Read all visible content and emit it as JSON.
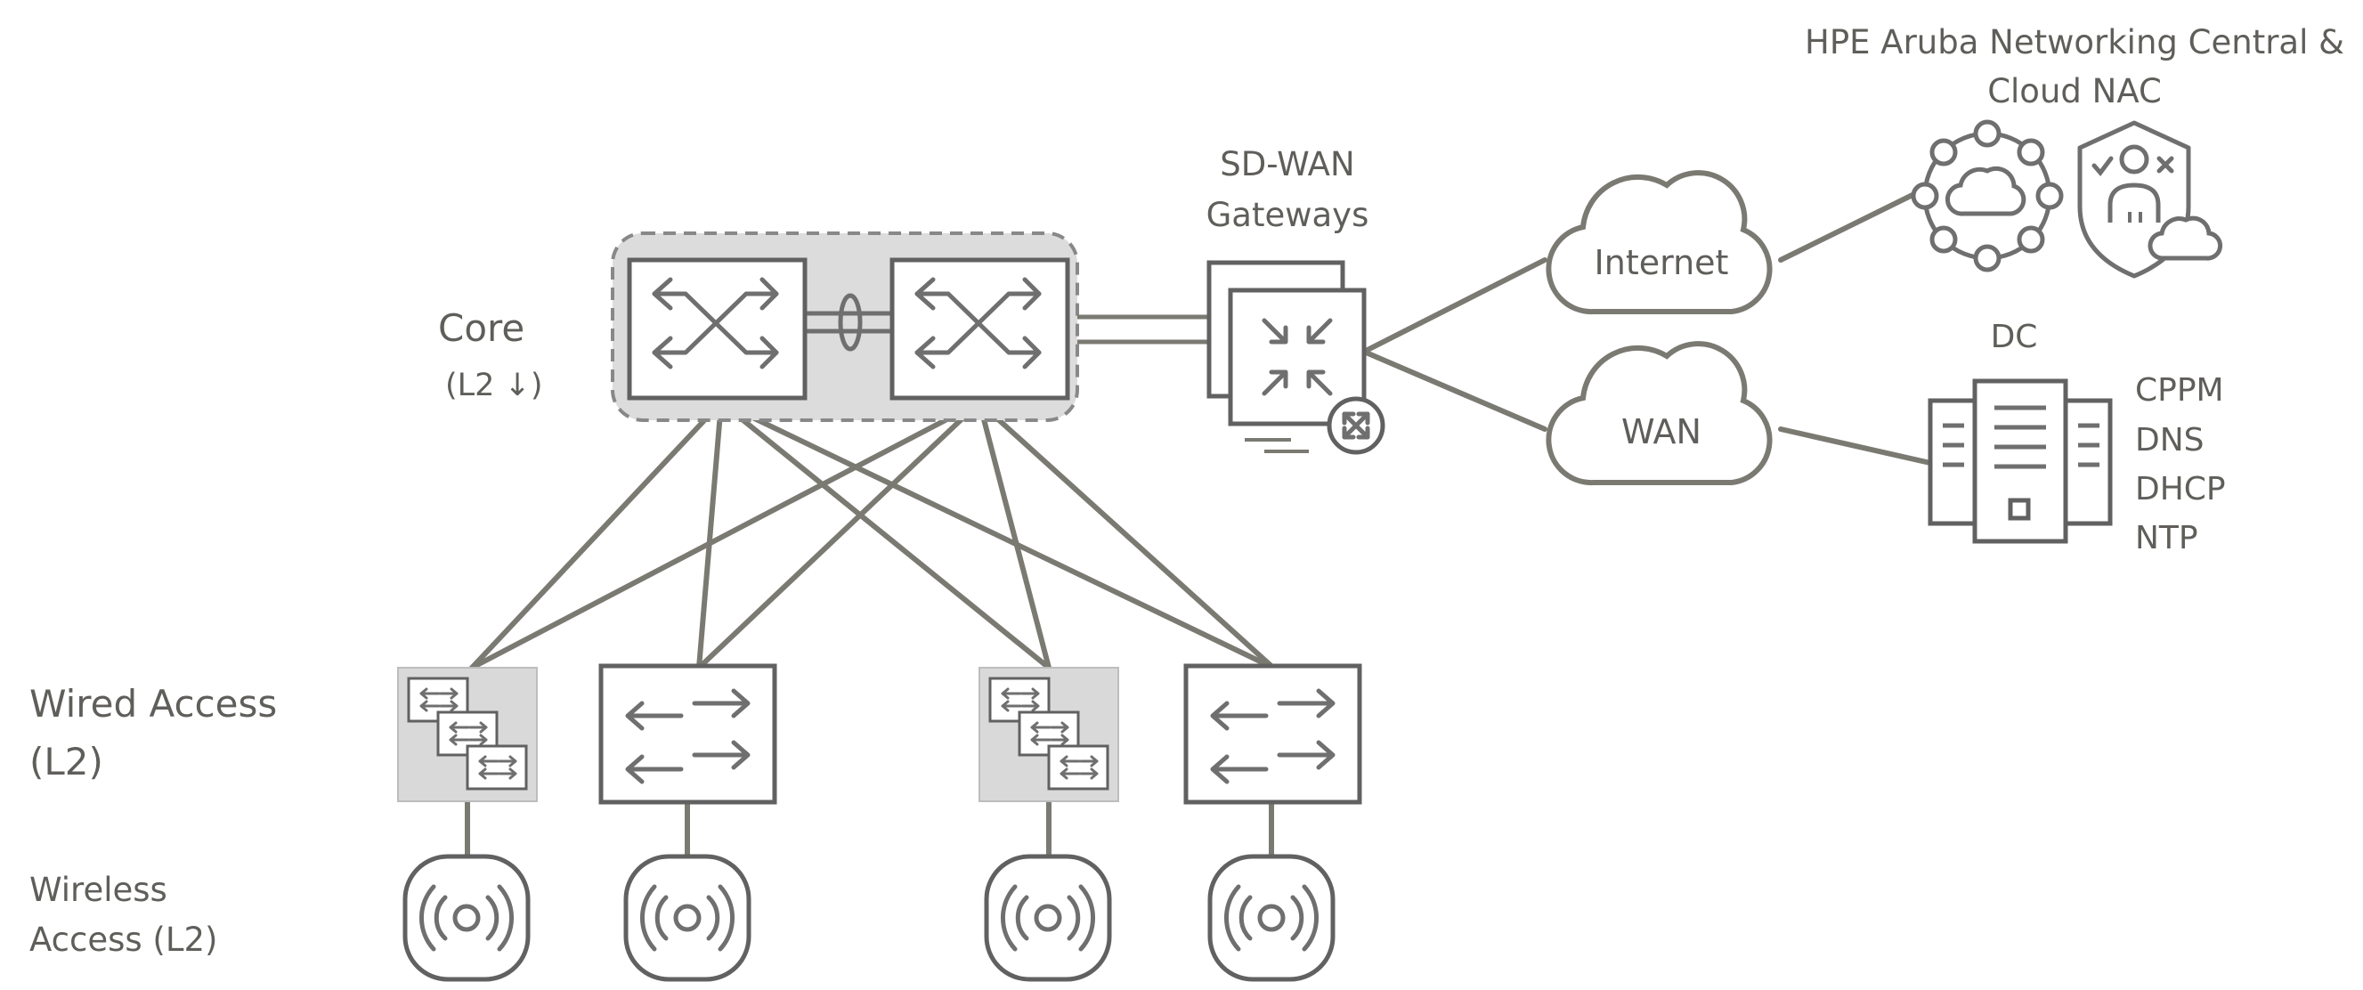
{
  "labels": {
    "core": "Core",
    "core_sub": "(L2 ↓)",
    "sdwan_line1": "SD-WAN",
    "sdwan_line2": "Gateways",
    "internet": "Internet",
    "wan": "WAN",
    "central_line1": "HPE Aruba Networking  Central &",
    "central_line2": "Cloud NAC",
    "dc": "DC",
    "dc_services": [
      "CPPM",
      "DNS",
      "DHCP",
      "NTP"
    ],
    "wired_line1": "Wired Access",
    "wired_line2": "(L2)",
    "wireless_line1": "Wireless",
    "wireless_line2": "Access (L2)"
  },
  "icons": {
    "core_switch": "core-switch-icon",
    "access_switch": "access-switch-icon",
    "switch_stack": "switch-stack-icon",
    "access_point": "access-point-icon",
    "gateway": "sd-wan-gateway-icon",
    "cloud": "cloud-icon",
    "central": "central-cloud-icon",
    "nac": "cloud-nac-shield-icon",
    "server": "datacenter-server-icon"
  },
  "colors": {
    "line": "#7b7a72",
    "device": "#616161",
    "text": "#5f5e5a",
    "core_group_fill": "#dcdcdc",
    "stack_fill": "#d9d9d9"
  }
}
